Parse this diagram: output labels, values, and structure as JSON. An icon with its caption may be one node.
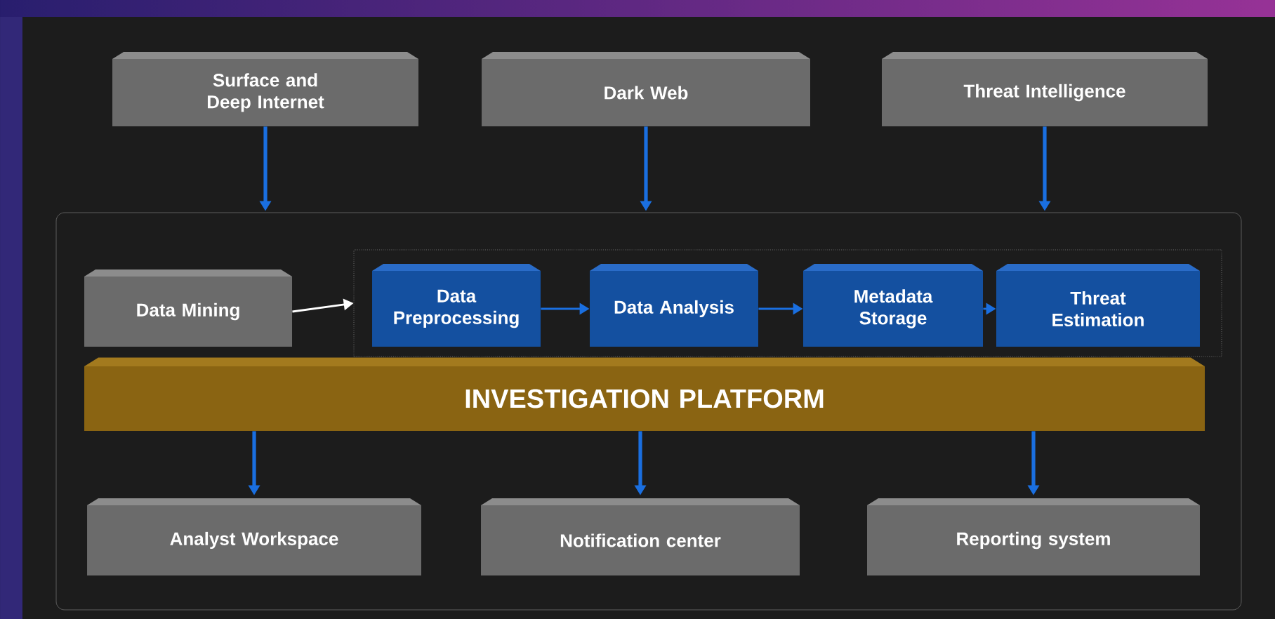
{
  "diagram": {
    "nodes": [
      {
        "text": [
          "Surface and Deep Internet"
        ]
      },
      {
        "text": [
          "Dark Web"
        ]
      },
      {
        "text": [
          "Threat Intelligence"
        ]
      },
      {
        "text": [],
        "shape": "box"
      },
      {
        "text": [
          "Data Mining"
        ],
        "in": 3
      },
      {
        "text": [],
        "shape": "box",
        "in": 3
      },
      {
        "text": [
          "Data Preprocessing"
        ],
        "in": 5
      },
      {
        "text": [
          "Data Analysis"
        ],
        "in": 5
      },
      {
        "text": [
          "Metadata Storage"
        ],
        "in": 5
      },
      {
        "text": [
          "Threat Estimation"
        ],
        "in": 5
      },
      {
        "text": [
          "INVESTIGATION PLATFORM"
        ],
        "in": 3
      },
      {
        "text": [
          "Analyst Workspace"
        ],
        "in": 3
      },
      {
        "text": [
          "Notification center"
        ],
        "in": 3
      },
      {
        "text": [
          "Reporting system"
        ],
        "in": 3
      }
    ],
    "edges": [
      {
        "from": 0,
        "to": 3,
        "arrow": "to"
      },
      {
        "from": 1,
        "to": 3,
        "arrow": "to"
      },
      {
        "from": 2,
        "to": 3,
        "arrow": "to"
      },
      {
        "from": 4,
        "to": 5,
        "arrow": "to",
        "color": "#ffffff"
      },
      {
        "from": 6,
        "to": 7,
        "arrow": "to"
      },
      {
        "from": 7,
        "to": 8,
        "arrow": "to"
      },
      {
        "from": 8,
        "to": 9,
        "arrow": "to"
      },
      {
        "from": 10,
        "to": 11,
        "arrow": "to"
      },
      {
        "from": 10,
        "to": 12,
        "arrow": "to"
      },
      {
        "from": 10,
        "to": 13,
        "arrow": "to"
      }
    ]
  }
}
